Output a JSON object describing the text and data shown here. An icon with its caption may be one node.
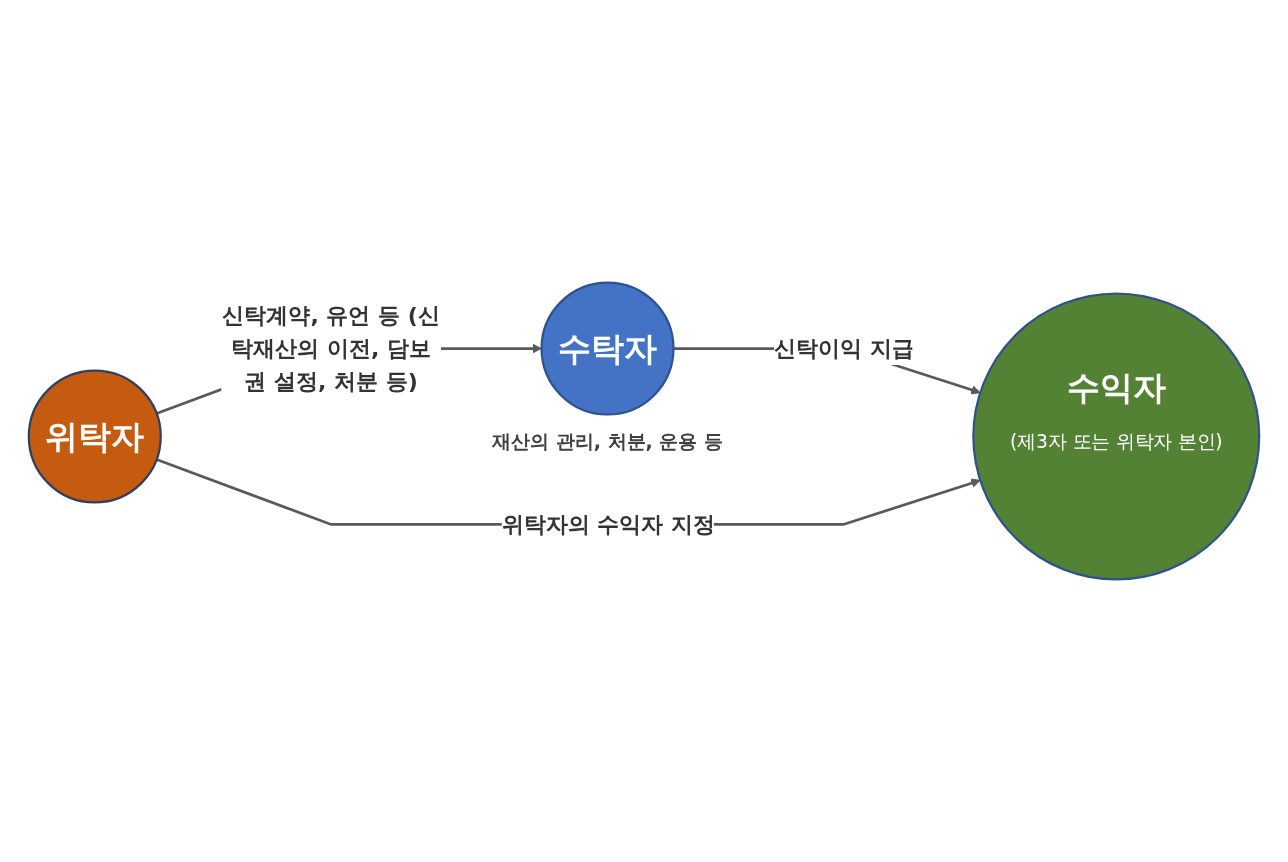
{
  "diagram": {
    "nodes": [
      {
        "text": [
          "수탁자"
        ],
        "beside": [
          "재산의 관리, 처분, 운용 등"
        ]
      },
      {
        "text": [
          "위탁자"
        ]
      },
      {
        "text": [
          "수익자",
          "(제3자 또는 위탁자 본인)"
        ]
      }
    ],
    "edges": [
      {
        "from": 1,
        "to": 0,
        "arrow": "to",
        "label": "신탁계약, 유언 등 (신탁재산의 이전, 담보권 설정, 처분 등)"
      },
      {
        "from": 0,
        "to": 2,
        "arrow": "to",
        "label": "신탁이익 지급"
      },
      {
        "from": 1,
        "to": 2,
        "arrow": "to",
        "label": "위탁자의 수익자 지정"
      }
    ]
  }
}
